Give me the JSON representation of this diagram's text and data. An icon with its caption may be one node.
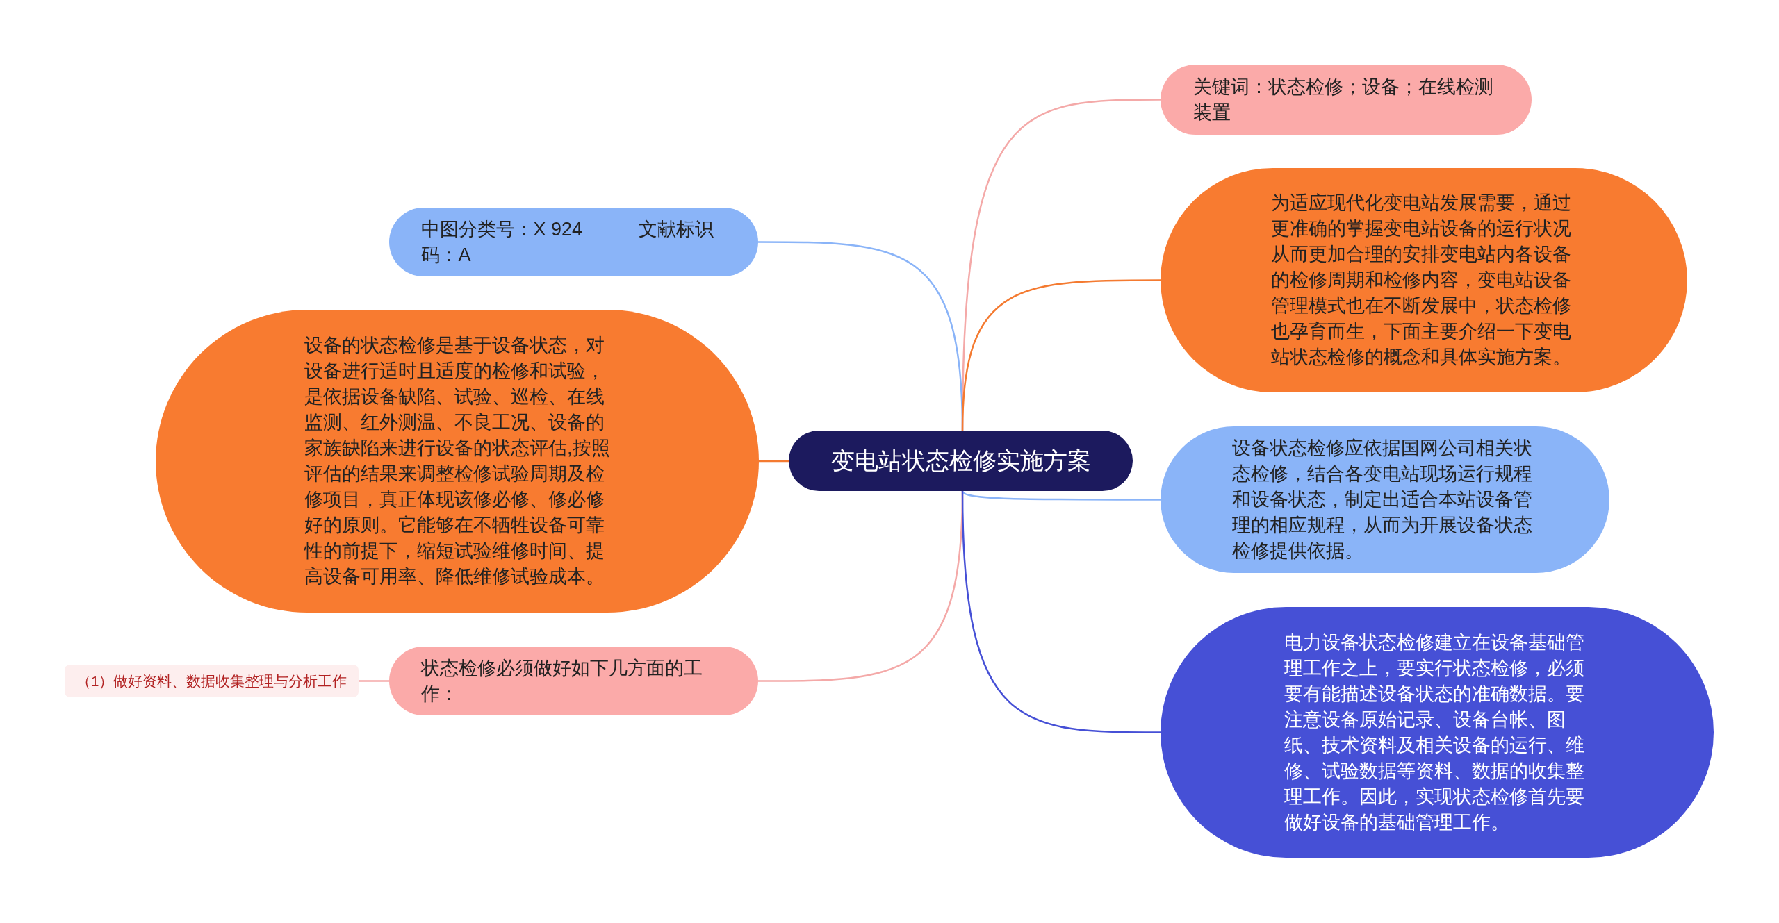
{
  "diagram": {
    "nodes": [
      {
        "text": [
          "变电站状态检修实施方案"
        ]
      },
      {
        "text": [
          "中图分类号：X 924　　　文献标识码：A"
        ]
      },
      {
        "text": [
          "设备的状态检修是基于设备状态，对设备进行适时且适度的检修和试验，是依据设备缺陷、试验、巡检、在线监测、红外测温、不良工况、设备的家族缺陷来进行设备的状态评估,按照评估的结果来调整检修试验周期及检修项目，真正体现该修必修、修必修好的原则。它能够在不牺牲设备可靠性的前提下，缩短试验维修时间、提高设备可用率、降低维修试验成本。"
        ]
      },
      {
        "text": [
          "状态检修必须做好如下几方面的工作："
        ]
      },
      {
        "text": [
          "（1）做好资料、数据收集整理与分析工作"
        ]
      },
      {
        "text": [
          "关键词：状态检修；设备；在线检测装置"
        ]
      },
      {
        "text": [
          "为适应现代化变电站发展需要，通过更准确的掌握变电站设备的运行状况从而更加合理的安排变电站内各设备的检修周期和检修内容，变电站设备管理模式也在不断发展中，状态检修也孕育而生，下面主要介绍一下变电站状态检修的概念和具体实施方案。"
        ]
      },
      {
        "text": [
          "设备状态检修应依据国网公司相关状态检修，结合各变电站现场运行规程和设备状态，制定出适合本站设备管理的相应规程，从而为开展设备状态检修提供依据。"
        ]
      },
      {
        "text": [
          "电力设备状态检修建立在设备基础管理工作之上，要实行状态检修，必须要有能描述设备状态的准确数据。要注意设备原始记录、设备台帐、图纸、技术资料及相关设备的运行、维修、试验数据等资料、数据的收集整理工作。因此，实现状态检修首先要做好设备的基础管理工作。"
        ]
      }
    ],
    "edges": [
      {
        "from": 0,
        "to": 1,
        "arrow": "none",
        "color": "#8ab4f8"
      },
      {
        "from": 0,
        "to": 2,
        "arrow": "none",
        "color": "#f47a30"
      },
      {
        "from": 0,
        "to": 3,
        "arrow": "none",
        "color": "#f4a9a8"
      },
      {
        "from": 3,
        "to": 4,
        "arrow": "none",
        "color": "#f4a9a8"
      },
      {
        "from": 0,
        "to": 5,
        "arrow": "none",
        "color": "#f4a9a8"
      },
      {
        "from": 0,
        "to": 6,
        "arrow": "none",
        "color": "#f47a30"
      },
      {
        "from": 0,
        "to": 7,
        "arrow": "none",
        "color": "#8ab4f8"
      },
      {
        "from": 0,
        "to": 8,
        "arrow": "none",
        "color": "#4650d6"
      }
    ]
  }
}
